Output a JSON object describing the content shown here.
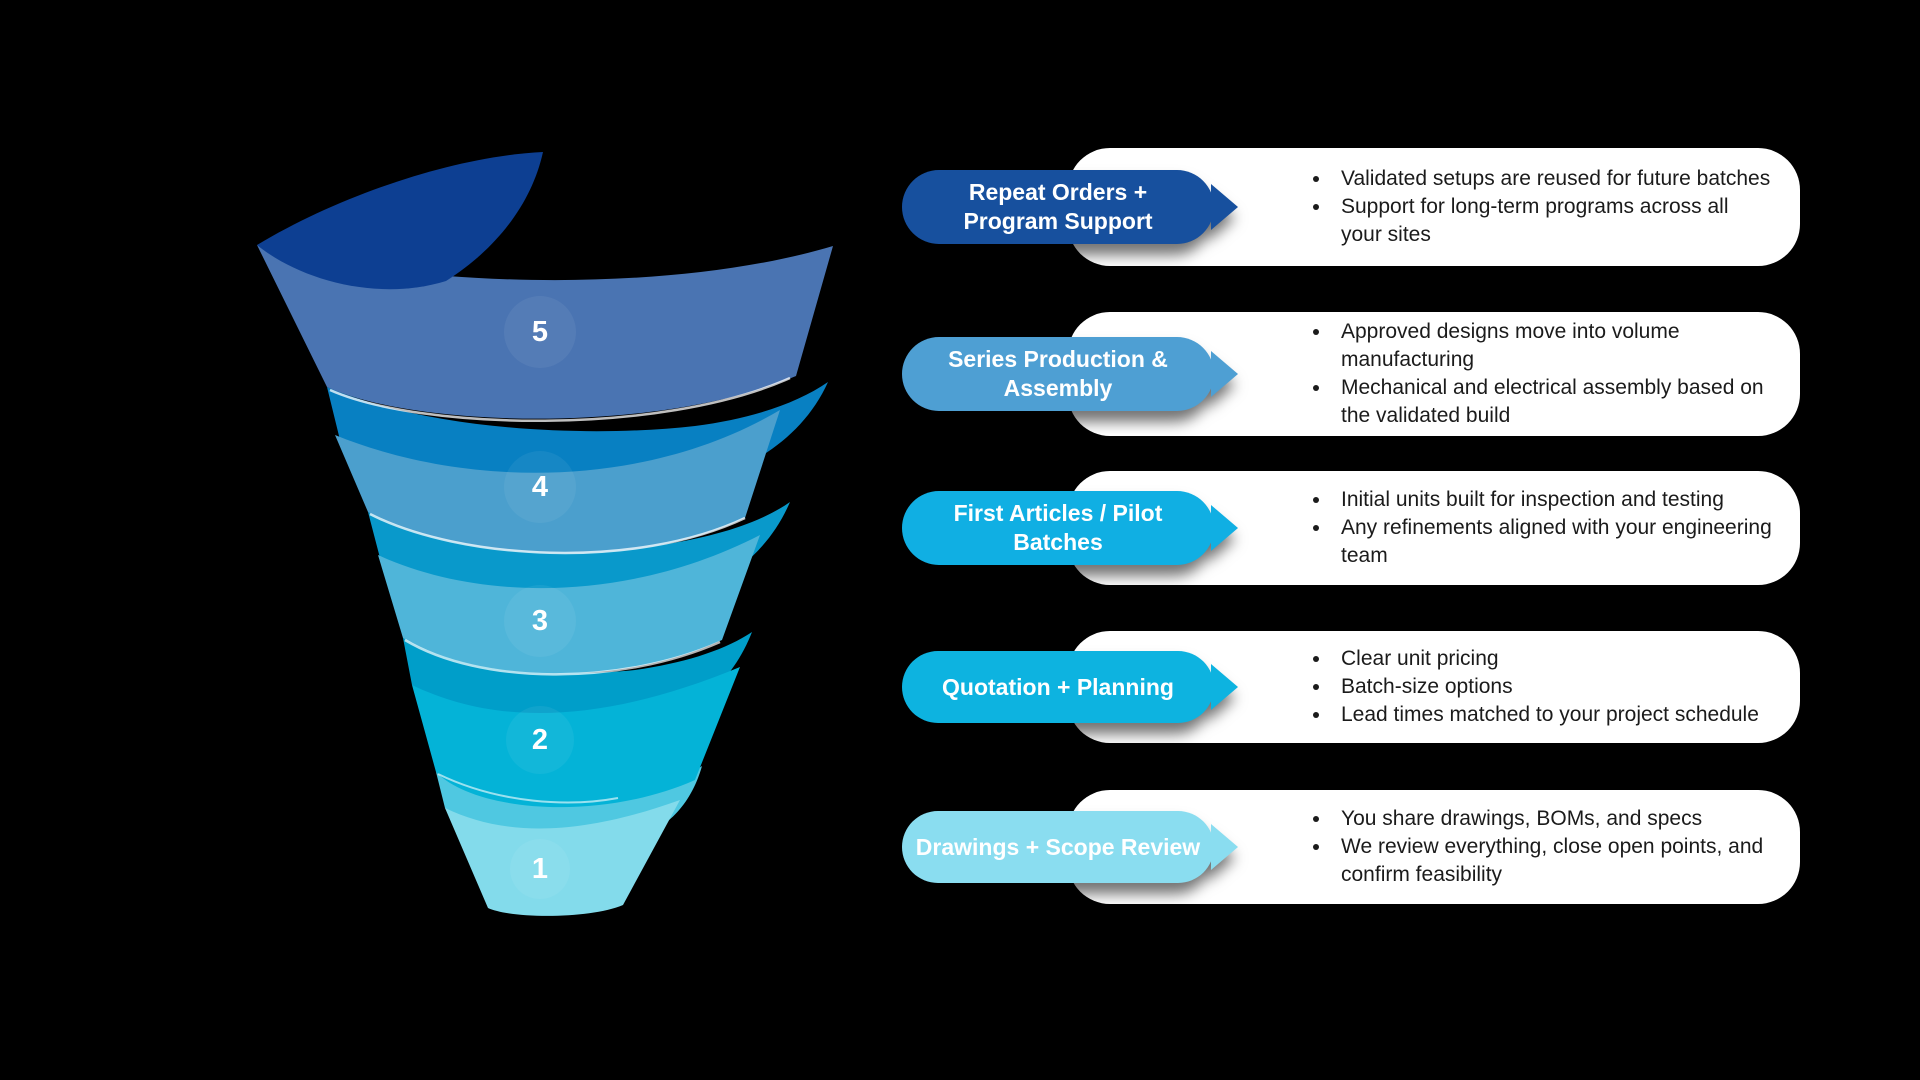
{
  "canvas": {
    "background": "#000000"
  },
  "funnel": {
    "number_color": "#FFFFFF",
    "levels": [
      {
        "number": "5",
        "front_color": "#4A74B2",
        "back_color": "#0D3F92"
      },
      {
        "number": "4",
        "front_color": "#4B9FCD",
        "back_color": "#0880C2"
      },
      {
        "number": "3",
        "front_color": "#4FB5D9",
        "back_color": "#0999CB"
      },
      {
        "number": "2",
        "front_color": "#04B3D7",
        "back_color": "#009EC9"
      },
      {
        "number": "1",
        "front_color": "#83DBEB",
        "back_color": "#4FC8E1"
      }
    ]
  },
  "card": {
    "background": "#FFFFFF",
    "text_color": "#1B1B1B"
  },
  "rows": [
    {
      "pill": {
        "lines": [
          "Repeat Orders +",
          "Program Support"
        ],
        "color": "#17509E",
        "text_color": "#FFFFFF"
      },
      "bullets": [
        "Validated setups are reused for future batches",
        "Support for long-term programs across all your sites"
      ]
    },
    {
      "pill": {
        "lines": [
          "Series Production &",
          "Assembly"
        ],
        "color": "#4E9FD3",
        "text_color": "#FFFFFF"
      },
      "bullets": [
        "Approved designs move into volume manufacturing",
        "Mechanical and electrical assembly based on the validated build"
      ]
    },
    {
      "pill": {
        "lines": [
          "First Articles / Pilot",
          "Batches"
        ],
        "color": "#10AFE3",
        "text_color": "#FFFFFF"
      },
      "bullets": [
        "Initial units built for inspection and testing",
        "Any refinements aligned with your engineering team"
      ]
    },
    {
      "pill": {
        "lines": [
          "Quotation + Planning"
        ],
        "color": "#0DB3E0",
        "text_color": "#FFFFFF"
      },
      "bullets": [
        "Clear unit pricing",
        "Batch-size options",
        "Lead times matched to your project schedule"
      ]
    },
    {
      "pill": {
        "lines": [
          "Drawings + Scope Review"
        ],
        "color": "#8ADDF0",
        "text_color": "#FFFFFF"
      },
      "bullets": [
        "You share drawings, BOMs, and specs",
        "We review everything, close open points, and confirm feasibility"
      ]
    }
  ]
}
